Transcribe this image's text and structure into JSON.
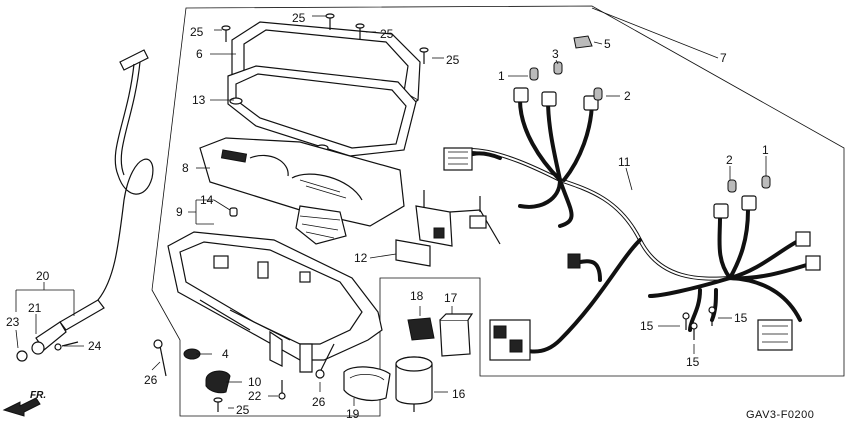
{
  "callouts": {
    "c1a": "1",
    "c1b": "1",
    "c2a": "2",
    "c2b": "2",
    "c3": "3",
    "c4": "4",
    "c5": "5",
    "c6": "6",
    "c7": "7",
    "c8": "8",
    "c9": "9",
    "c10": "10",
    "c11": "11",
    "c12": "12",
    "c13": "13",
    "c14": "14",
    "c15a": "15",
    "c15b": "15",
    "c15c": "15",
    "c16": "16",
    "c17": "17",
    "c18": "18",
    "c19": "19",
    "c20": "20",
    "c21": "21",
    "c22": "22",
    "c23": "23",
    "c24": "24",
    "c25a": "25",
    "c25b": "25",
    "c25c": "25",
    "c25d": "25",
    "c25e": "25",
    "c26a": "26",
    "c26b": "26"
  },
  "direction_label": "FR.",
  "diagram_code": "GAV3-F0200"
}
